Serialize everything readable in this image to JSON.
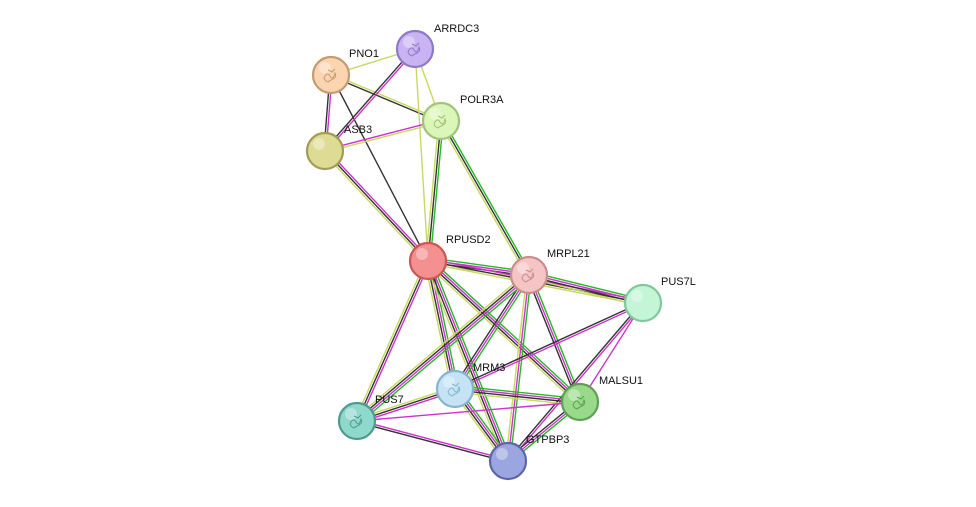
{
  "network": {
    "nodes": [
      {
        "id": "ARRDC3",
        "label": "ARRDC3",
        "fill": "#c9b3f2",
        "stroke": "#8f77c9",
        "icon": "protein-structure-icon"
      },
      {
        "id": "PNO1",
        "label": "PNO1",
        "fill": "#fcd5b0",
        "stroke": "#c49a70",
        "icon": "protein-structure-icon"
      },
      {
        "id": "POLR3A",
        "label": "POLR3A",
        "fill": "#dcf5b8",
        "stroke": "#9fc47a",
        "icon": "protein-structure-icon"
      },
      {
        "id": "ASB3",
        "label": "ASB3",
        "fill": "#dedc94",
        "stroke": "#a09b55",
        "icon": "none"
      },
      {
        "id": "RPUSD2",
        "label": "RPUSD2",
        "fill": "#f49090",
        "stroke": "#cc5555",
        "icon": "none"
      },
      {
        "id": "MRPL21",
        "label": "MRPL21",
        "fill": "#f5c4c4",
        "stroke": "#c98d8d",
        "icon": "protein-structure-icon"
      },
      {
        "id": "PUS7L",
        "label": "PUS7L",
        "fill": "#c4f5d6",
        "stroke": "#82c79b",
        "icon": "none"
      },
      {
        "id": "MRM3",
        "label": "MRM3",
        "fill": "#c4e4f5",
        "stroke": "#86b4cf",
        "icon": "protein-structure-icon"
      },
      {
        "id": "MALSU1",
        "label": "MALSU1",
        "fill": "#99d98a",
        "stroke": "#5f9f55",
        "icon": "protein-structure-icon"
      },
      {
        "id": "PUS7",
        "label": "PUS7",
        "fill": "#8ed8cc",
        "stroke": "#4f9a8f",
        "icon": "protein-structure-icon"
      },
      {
        "id": "GTPBP3",
        "label": "GTPBP3",
        "fill": "#9ba6e0",
        "stroke": "#5b66a8",
        "icon": "none"
      }
    ],
    "edge_colors": {
      "green": "#22bb22",
      "black": "#333333",
      "magenta": "#cc33cc",
      "yellow": "#c8d860",
      "purple": "#6a4fc0"
    },
    "edges": [
      {
        "source": "PNO1",
        "target": "ARRDC3",
        "types": [
          "yellow"
        ]
      },
      {
        "source": "PNO1",
        "target": "POLR3A",
        "types": [
          "yellow",
          "black"
        ]
      },
      {
        "source": "PNO1",
        "target": "ASB3",
        "types": [
          "magenta",
          "black"
        ]
      },
      {
        "source": "PNO1",
        "target": "RPUSD2",
        "types": [
          "black"
        ]
      },
      {
        "source": "ARRDC3",
        "target": "POLR3A",
        "types": [
          "yellow"
        ]
      },
      {
        "source": "ARRDC3",
        "target": "ASB3",
        "types": [
          "magenta",
          "black"
        ]
      },
      {
        "source": "ARRDC3",
        "target": "RPUSD2",
        "types": [
          "yellow"
        ]
      },
      {
        "source": "POLR3A",
        "target": "ASB3",
        "types": [
          "yellow",
          "magenta"
        ]
      },
      {
        "source": "POLR3A",
        "target": "RPUSD2",
        "types": [
          "green",
          "black",
          "yellow"
        ]
      },
      {
        "source": "POLR3A",
        "target": "MRPL21",
        "types": [
          "green",
          "black",
          "yellow"
        ]
      },
      {
        "source": "ASB3",
        "target": "RPUSD2",
        "types": [
          "magenta",
          "black",
          "yellow"
        ]
      },
      {
        "source": "RPUSD2",
        "target": "MRPL21",
        "types": [
          "green",
          "magenta",
          "black",
          "yellow"
        ]
      },
      {
        "source": "RPUSD2",
        "target": "PUS7L",
        "types": [
          "magenta",
          "black",
          "yellow"
        ]
      },
      {
        "source": "RPUSD2",
        "target": "MRM3",
        "types": [
          "green",
          "magenta",
          "black",
          "yellow"
        ]
      },
      {
        "source": "RPUSD2",
        "target": "MALSU1",
        "types": [
          "green",
          "magenta",
          "black",
          "yellow"
        ]
      },
      {
        "source": "RPUSD2",
        "target": "PUS7",
        "types": [
          "magenta",
          "black",
          "yellow"
        ]
      },
      {
        "source": "RPUSD2",
        "target": "GTPBP3",
        "types": [
          "green",
          "magenta",
          "black",
          "yellow"
        ]
      },
      {
        "source": "MRPL21",
        "target": "PUS7L",
        "types": [
          "green",
          "magenta",
          "black",
          "yellow"
        ]
      },
      {
        "source": "MRPL21",
        "target": "MRM3",
        "types": [
          "green",
          "magenta",
          "black"
        ]
      },
      {
        "source": "MRPL21",
        "target": "MALSU1",
        "types": [
          "green",
          "magenta",
          "black"
        ]
      },
      {
        "source": "MRPL21",
        "target": "PUS7",
        "types": [
          "green",
          "magenta",
          "black",
          "yellow"
        ]
      },
      {
        "source": "MRPL21",
        "target": "GTPBP3",
        "types": [
          "green",
          "magenta",
          "yellow"
        ]
      },
      {
        "source": "PUS7L",
        "target": "MRM3",
        "types": [
          "magenta",
          "black"
        ]
      },
      {
        "source": "PUS7L",
        "target": "MALSU1",
        "types": [
          "magenta"
        ]
      },
      {
        "source": "PUS7L",
        "target": "GTPBP3",
        "types": [
          "magenta",
          "black"
        ]
      },
      {
        "source": "MRM3",
        "target": "MALSU1",
        "types": [
          "green",
          "magenta",
          "black",
          "yellow"
        ]
      },
      {
        "source": "MRM3",
        "target": "PUS7",
        "types": [
          "magenta",
          "black",
          "yellow"
        ]
      },
      {
        "source": "MRM3",
        "target": "GTPBP3",
        "types": [
          "green",
          "magenta",
          "black",
          "yellow"
        ]
      },
      {
        "source": "MALSU1",
        "target": "PUS7",
        "types": [
          "magenta"
        ]
      },
      {
        "source": "MALSU1",
        "target": "GTPBP3",
        "types": [
          "green",
          "magenta",
          "black"
        ]
      },
      {
        "source": "PUS7",
        "target": "GTPBP3",
        "types": [
          "magenta",
          "black"
        ]
      }
    ]
  }
}
